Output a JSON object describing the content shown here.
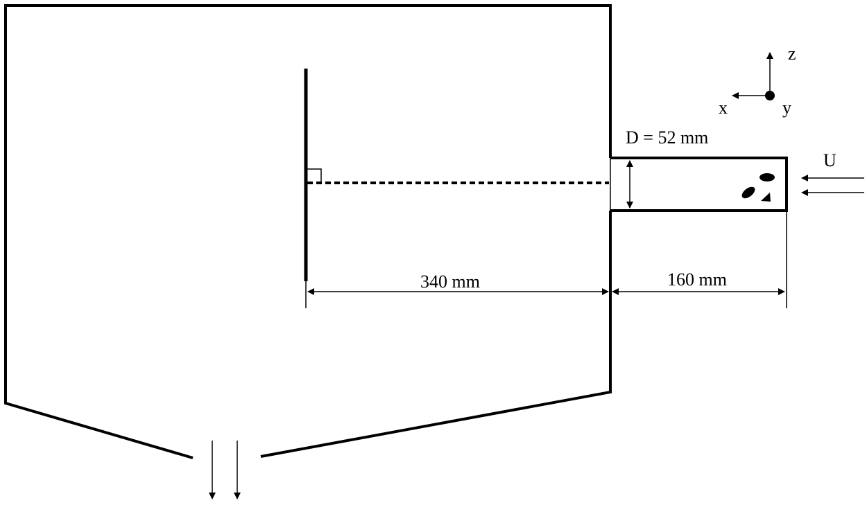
{
  "labels": {
    "diameter": "D = 52 mm",
    "flow": "U",
    "distance_plate": "340 mm",
    "distance_nozzle": "160 mm"
  },
  "axes": {
    "z": "z",
    "x": "x",
    "y": "y"
  }
}
